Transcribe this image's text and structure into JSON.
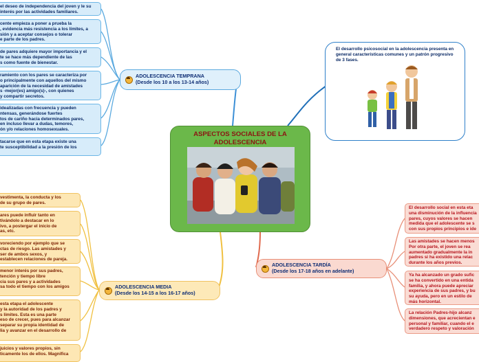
{
  "root": {
    "title": "ASPECTOS SOCIALES DE LA ADOLESCENCIA",
    "image": "photo of a group of teenagers looking at a smartphone"
  },
  "intro": {
    "text": "El desarrollo psicosocial en la adolescencia presenta en general características comunes y un patrón progresivo de 3 fases.",
    "image": "cartoon of three boys at different ages"
  },
  "temprana": {
    "title": "ADOLESCENCIA TEMPRANA",
    "subtitle": "(Desde los 10 a los 13-14 años)",
    "icon": "boy-head-icon",
    "items": [
      "el deseo de independencia del joven y\nle su interés por las actividades familiares.",
      "cente empieza a poner a prueba la\n, evidencia más resistencia a los límites, a\nsión y a aceptar consejos o tolerar\ne parte de los padres.",
      "de pares adquiere mayor importancia y el\nte se hace más dependiente de las\ns como fuente de bienestar.",
      "ramiento con los pares se caracteriza por\no principalmente con aquellos del mismo\naparición de la necesidad de amistades\ns -mejor(es) amigo(s)-, con quienes\ny compartir secretos.",
      "idealizadas con frecuencia y pueden\nntensas, generándose fuertes\ntos de cariño hacia determinados pares,\nen incluso llevar a dudas, temores,\nón y/o relaciones homosexuales.",
      "tacarse que en esta etapa existe una\nte susceptibilidad a la presión de los"
    ]
  },
  "media": {
    "title": "ADOLESCENCIA MEDIA",
    "subtitle": "(Desde los 14-15 a los 16-17 años)",
    "icon": "boy-head-icon",
    "items": [
      "vestimenta, la conducta y los\nde su grupo de pares.",
      "ares puede influir tanto en\ntivándolo a destacar en lo\nivo, a postergar el inicio de\nas, etc.",
      "voreciendo por ejemplo que se\nctas de riesgo. Las amistades y\nser de ambos sexos, y\nestablecen relaciones de pareja.",
      "menor interés por sus padres,\ntención y tiempo libre\ncia sus pares y a actividades\nsa todo el tiempo con los amigos",
      "esta etapa el adolescente\ny la autoridad de los padres y\ns límites. Esta es una parte\neso de crecer, pues para alcanzar\nseparar su propia identidad de\nlia y avanzar en el desarrollo de",
      "juicios y valores propios, sin\nticamente los de ellos. Magnifica"
    ]
  },
  "tardia": {
    "title": "ADOLESCENCIA TARDÍA",
    "subtitle": "(Desde los 17-18 años en adelante)",
    "icon": "boy-head-icon",
    "items": [
      "El desarrollo social en esta eta\nuna disminución de la influencia\npares, cuyos valores se hacen\nmedida que el adolescente se s\ncon sus propios principios e ide",
      "Las amistades se hacen menos\nPor otra parte, el joven se rea\naumentado gradualmente la in\npadres si ha existido una relac\ndurante los años previos.",
      "Ya ha alcanzado un grado sufic\nse ha convertido en una entida\nfamilia, y ahora puede apreciar\nexperiencia de sus padres, y bu\nsu ayuda, pero en un estilo de\nmás horizontal.",
      "La relación Padres-hijo alcanz\ndimensiones, que acrecientan e\npersonal y familiar, cuando el e\nverdadero respeto y valoración"
    ]
  },
  "colors": {
    "blue": "#2d7fc9",
    "yellow": "#f0c040",
    "red": "#e06a4e",
    "root": "#6bb84a",
    "title": "#8b1412"
  }
}
